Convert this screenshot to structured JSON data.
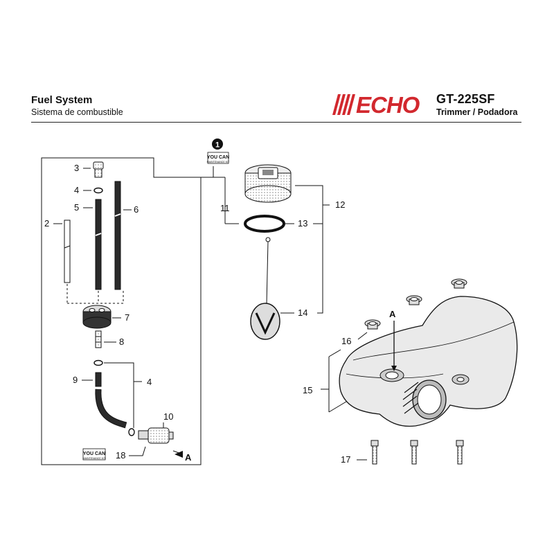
{
  "header": {
    "title": "Fuel System",
    "subtitle": "Sistema de combustible",
    "model": "GT-225SF",
    "model_description": "Trimmer / Podadora",
    "brand": "ECHO"
  },
  "badges": {
    "kit_line1": "YOU CAN",
    "kit_line2": "MAINTENANCE KIT",
    "kit_top_number": "1"
  },
  "callouts": {
    "c1": "1",
    "c2": "2",
    "c3": "3",
    "c4a": "4",
    "c4b": "4",
    "c5": "5",
    "c6": "6",
    "c7": "7",
    "c8": "8",
    "c9": "9",
    "c10": "10",
    "c11": "11",
    "c12": "12",
    "c13": "13",
    "c14": "14",
    "c15": "15",
    "c16": "16",
    "c17": "17",
    "c18": "18",
    "refA_left": "A",
    "refA_tank": "A"
  },
  "colors": {
    "line": "#111111",
    "brand_red": "#d2282e",
    "part_gray": "#d8d8d8",
    "part_dark": "#333333"
  }
}
